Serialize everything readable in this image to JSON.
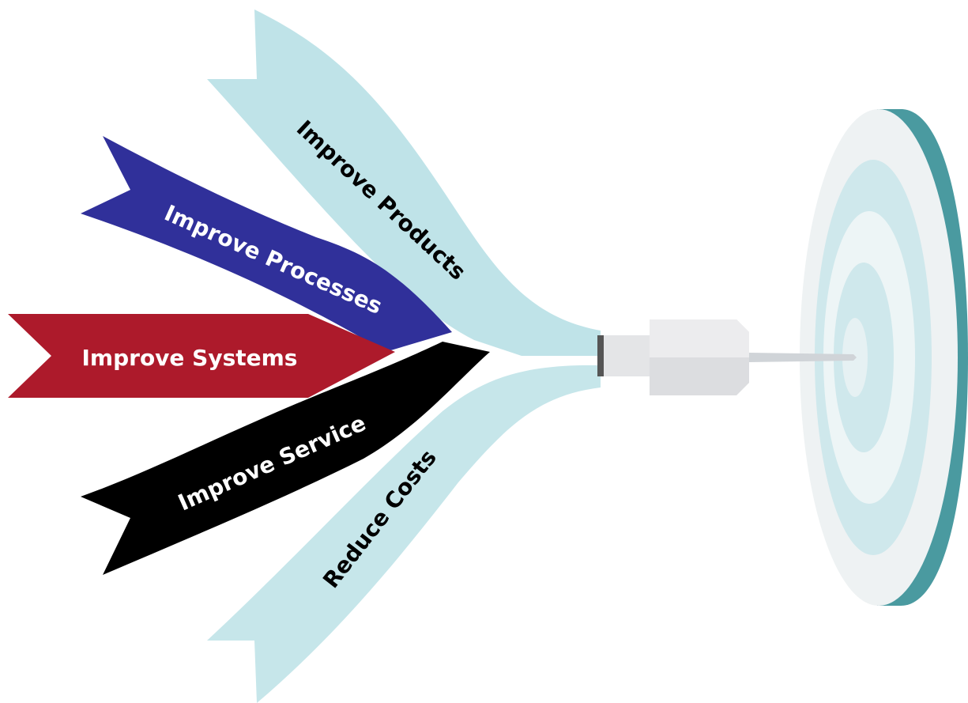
{
  "diagram": {
    "flags": [
      {
        "id": "products",
        "label": "Improve Products",
        "color": "#bfe3e8",
        "text_color": "#000000"
      },
      {
        "id": "processes",
        "label": "Improve Processes",
        "color": "#30309a",
        "text_color": "#ffffff"
      },
      {
        "id": "systems",
        "label": "Improve Systems",
        "color": "#ad1a2b",
        "text_color": "#ffffff"
      },
      {
        "id": "service",
        "label": "Improve Service",
        "color": "#000000",
        "text_color": "#ffffff"
      },
      {
        "id": "costs",
        "label": "Reduce Costs",
        "color": "#c6e6ea",
        "text_color": "#000000"
      }
    ],
    "dart": {
      "body_color": "#dcdde0",
      "shaft_color": "#c8c9cc",
      "tip_color": "#d0d4d8"
    },
    "target": {
      "face_color": "#eef2f3",
      "ring_color": "#cfe8ec",
      "rim_color": "#4a9aa0"
    }
  }
}
